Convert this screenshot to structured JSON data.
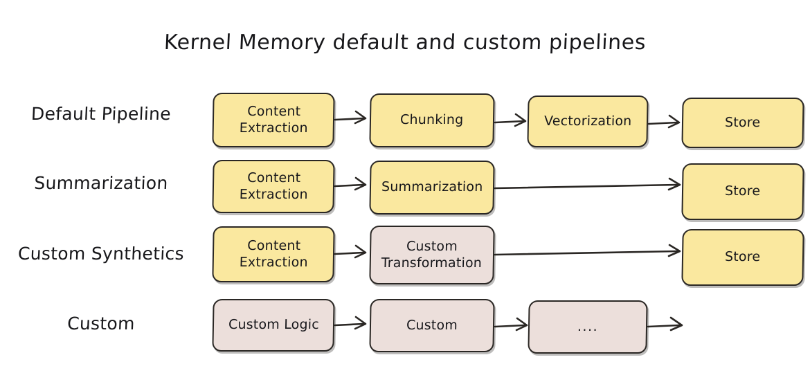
{
  "title": "Kernel Memory default and custom pipelines",
  "colors": {
    "box_yellow": "#fae89f",
    "box_pink": "#ecdfdb",
    "stroke": "#2a2724",
    "background": "#ffffff",
    "text": "#16161a"
  },
  "rows": [
    {
      "label": "Default Pipeline",
      "nodes": [
        {
          "text": "Content\nExtraction",
          "line1": "Content",
          "line2": "Extraction",
          "color": "yellow"
        },
        {
          "text": "Chunking",
          "line1": "Chunking",
          "line2": "",
          "color": "yellow"
        },
        {
          "text": "Vectorization",
          "line1": "Vectorization",
          "line2": "",
          "color": "yellow"
        },
        {
          "text": "Store",
          "line1": "Store",
          "line2": "",
          "color": "yellow"
        }
      ],
      "arrows": [
        "col1-to-col2",
        "col2-to-col3",
        "col3-to-col4"
      ]
    },
    {
      "label": "Summarization",
      "nodes": [
        {
          "text": "Content\nExtraction",
          "line1": "Content",
          "line2": "Extraction",
          "color": "yellow"
        },
        {
          "text": "Summarization",
          "line1": "Summarization",
          "line2": "",
          "color": "yellow"
        },
        {
          "text": "Store",
          "line1": "Store",
          "line2": "",
          "color": "yellow"
        }
      ],
      "arrows": [
        "col1-to-col2",
        "col2-to-store-long"
      ]
    },
    {
      "label": "Custom Synthetics",
      "nodes": [
        {
          "text": "Content\nExtraction",
          "line1": "Content",
          "line2": "Extraction",
          "color": "yellow"
        },
        {
          "text": "Custom\nTransformation",
          "line1": "Custom",
          "line2": "Transformation",
          "color": "pink"
        },
        {
          "text": "Store",
          "line1": "Store",
          "line2": "",
          "color": "yellow"
        }
      ],
      "arrows": [
        "col1-to-col2",
        "col2-to-store-long"
      ]
    },
    {
      "label": "Custom",
      "nodes": [
        {
          "text": "Custom Logic",
          "line1": "Custom Logic",
          "line2": "",
          "color": "pink"
        },
        {
          "text": "Custom",
          "line1": "Custom",
          "line2": "",
          "color": "pink"
        },
        {
          "text": "....",
          "line1": "....",
          "line2": "",
          "color": "pink"
        }
      ],
      "arrows": [
        "col1-to-col2",
        "col2-to-col3",
        "col3-to-open-end"
      ]
    }
  ]
}
